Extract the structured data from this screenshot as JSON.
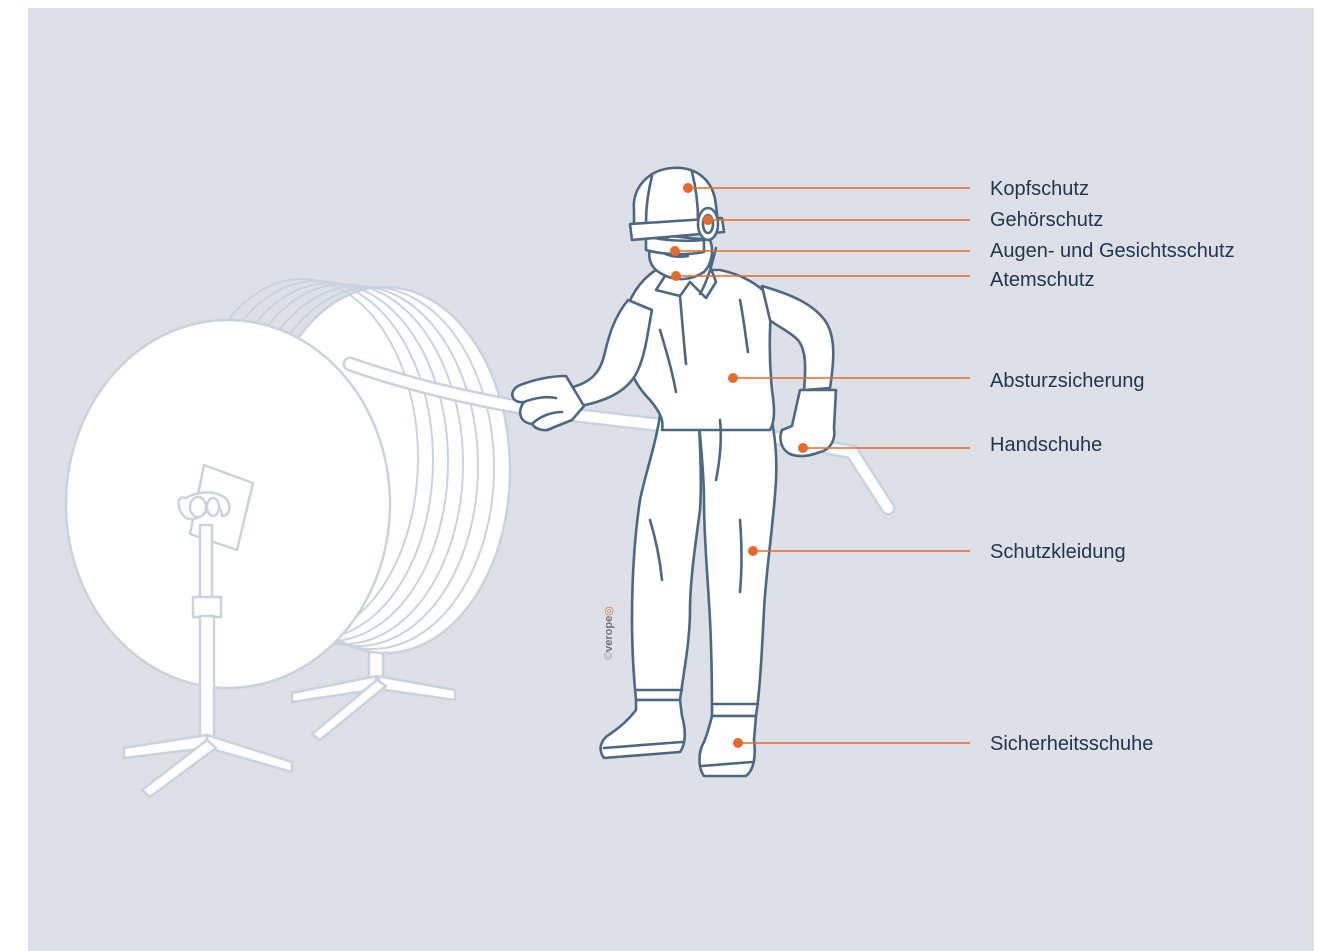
{
  "labels": [
    {
      "id": "kopfschutz",
      "text": "Kopfschutz"
    },
    {
      "id": "gehoerschutz",
      "text": "Gehörschutz"
    },
    {
      "id": "augen",
      "text": "Augen- und Gesichtsschutz"
    },
    {
      "id": "atemschutz",
      "text": "Atemschutz"
    },
    {
      "id": "absturz",
      "text": "Absturzsicherung"
    },
    {
      "id": "handschuhe",
      "text": "Handschuhe"
    },
    {
      "id": "kleidung",
      "text": "Schutzkleidung"
    },
    {
      "id": "schuhe",
      "text": "Sicherheitsschuhe"
    }
  ],
  "credit": {
    "copyright": "©",
    "brand": "verope",
    "mark": "◎"
  },
  "colors": {
    "background": "#dde0e7",
    "outline": "#4d6883",
    "accent": "#e46a2e",
    "text": "#21374f",
    "drum": "#ffffff",
    "drum_outline": "#c9d3e0"
  }
}
